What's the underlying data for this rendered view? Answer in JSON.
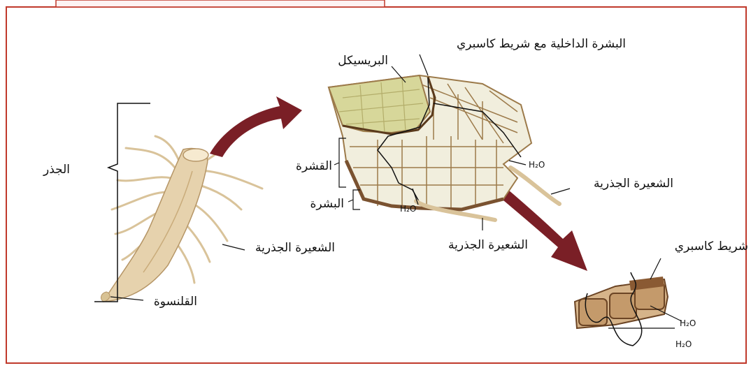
{
  "colors": {
    "frame": "#c0392b",
    "arrow": "#7a1f26",
    "root": "#e6d2ad",
    "cortex_cell": "#f1eedd",
    "cortex_wall": "#9c7a4a",
    "pericycle": "#d7d79a",
    "band": "#8a5a33"
  },
  "labels": {
    "root": "الجذر",
    "root_cap": "القلنسوة",
    "root_hair_left": "الشعيرة الجذرية",
    "pericycle": "البريسيكل",
    "endodermis_casparian": "البشرة الداخلية مع شريط كاسبري",
    "cortex": "القشرة",
    "epidermis": "البشرة",
    "root_hair_bottom": "الشعيرة الجذرية",
    "root_hair_right": "الشعيرة الجذرية",
    "casparian_strip": "شريط كاسبري"
  },
  "water": {
    "h2o_main": "H₂O",
    "h2o_upper": "H₂O",
    "h2o_strip1": "H₂O",
    "h2o_strip2": "H₂O"
  }
}
